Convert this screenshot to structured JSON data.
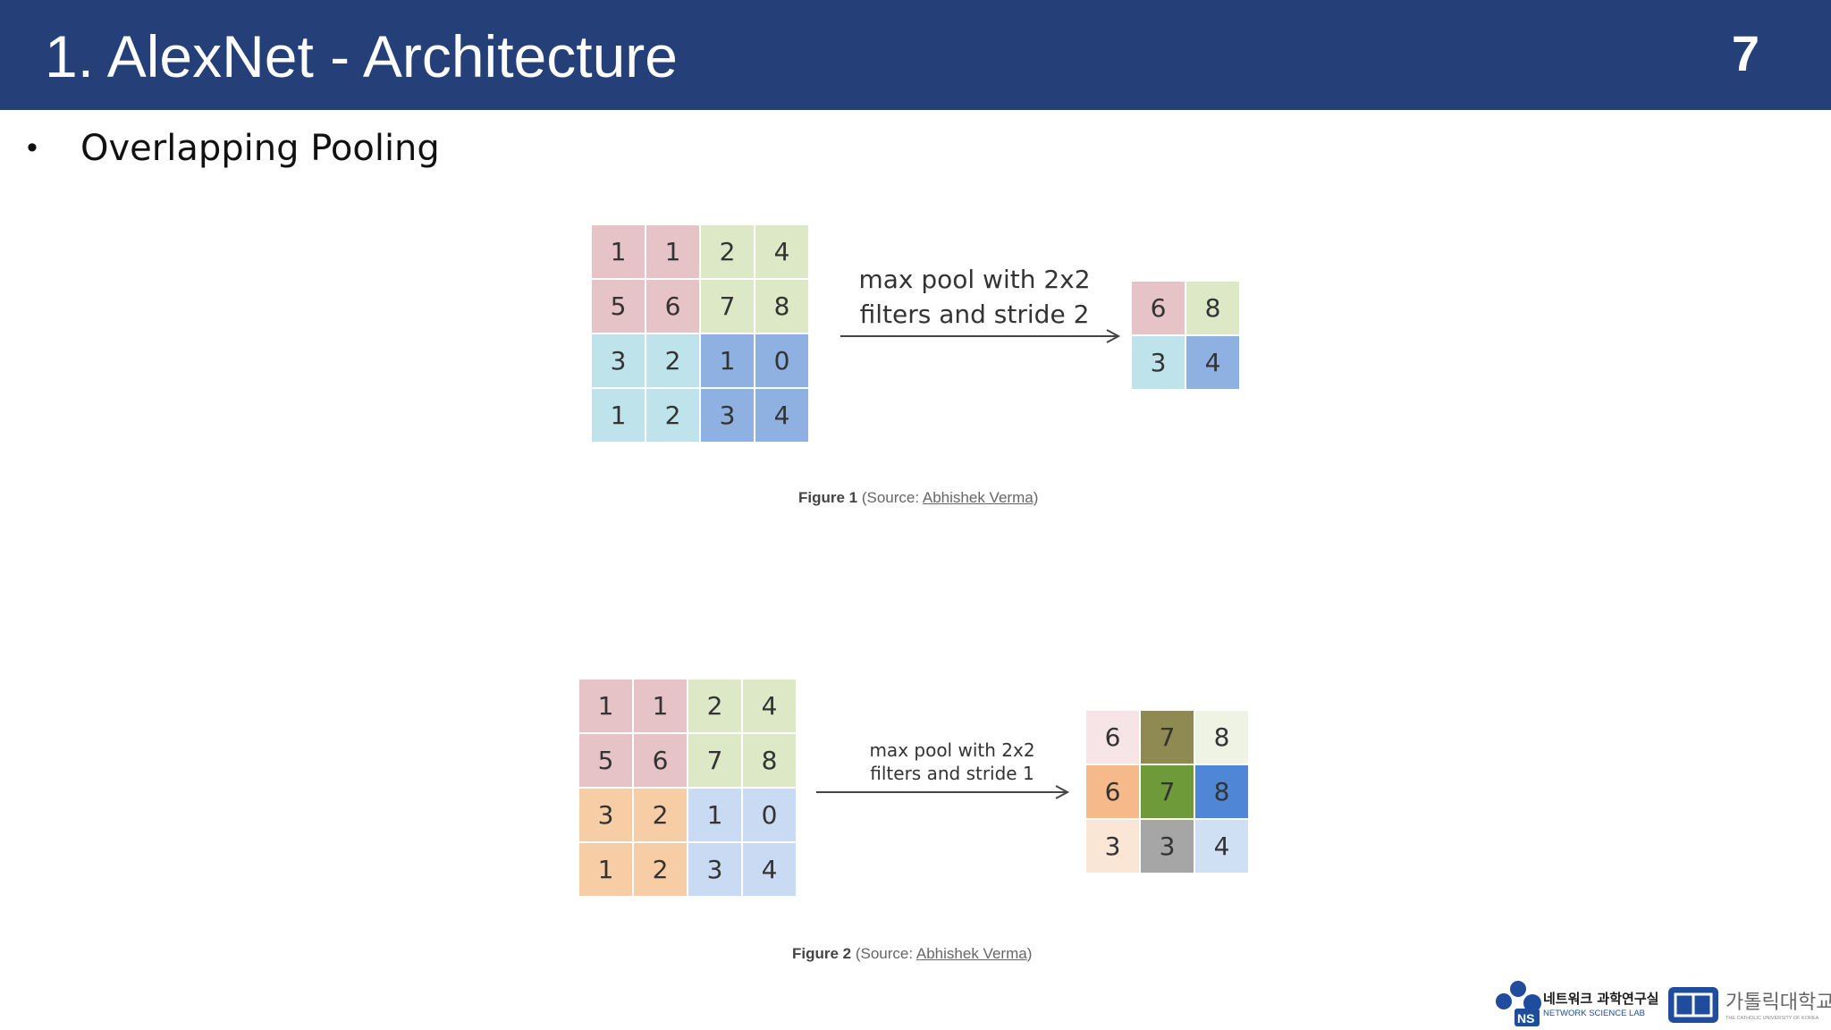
{
  "header": {
    "title": "1. AlexNet - Architecture",
    "page_number": "7"
  },
  "bullet": {
    "marker": "•",
    "text": "Overlapping Pooling"
  },
  "colors": {
    "header_bg": "#253f78",
    "red": "#e6c3c7",
    "green": "#dce8c6",
    "cyan": "#bfe3ea",
    "blue": "#8eb1e2",
    "orange": "#f7cda6",
    "lightblue": "#c9dbf2"
  },
  "figure1": {
    "input": [
      [
        "1",
        "1",
        "2",
        "4"
      ],
      [
        "5",
        "6",
        "7",
        "8"
      ],
      [
        "3",
        "2",
        "1",
        "0"
      ],
      [
        "1",
        "2",
        "3",
        "4"
      ]
    ],
    "input_colors": [
      [
        "red",
        "red",
        "green",
        "green"
      ],
      [
        "red",
        "red",
        "green",
        "green"
      ],
      [
        "cyan",
        "cyan",
        "blue",
        "blue"
      ],
      [
        "cyan",
        "cyan",
        "blue",
        "blue"
      ]
    ],
    "label_line1": "max pool with 2x2",
    "label_line2": "filters and stride 2",
    "output": [
      [
        "6",
        "8"
      ],
      [
        "3",
        "4"
      ]
    ],
    "output_colors": [
      [
        "#e6c3c7",
        "#dce8c6"
      ],
      [
        "#bfe3ea",
        "#8eb1e2"
      ]
    ],
    "caption_fig": "Figure 1",
    "caption_pre": " (Source: ",
    "caption_link": "Abhishek Verma",
    "caption_post": ")"
  },
  "figure2": {
    "input": [
      [
        "1",
        "1",
        "2",
        "4"
      ],
      [
        "5",
        "6",
        "7",
        "8"
      ],
      [
        "3",
        "2",
        "1",
        "0"
      ],
      [
        "1",
        "2",
        "3",
        "4"
      ]
    ],
    "input_colors": [
      [
        "red",
        "red",
        "green",
        "green"
      ],
      [
        "red",
        "red",
        "green",
        "green"
      ],
      [
        "orange",
        "orange",
        "lightblue",
        "lightblue"
      ],
      [
        "orange",
        "orange",
        "lightblue",
        "lightblue"
      ]
    ],
    "label_line1": "max pool with 2x2",
    "label_line2": "filters and stride 1",
    "output": [
      [
        "6",
        "7",
        "8"
      ],
      [
        "6",
        "7",
        "8"
      ],
      [
        "3",
        "3",
        "4"
      ]
    ],
    "output_colors": [
      [
        "#f6e4e6",
        "#8e8a52",
        "#eef3e3"
      ],
      [
        "#f6b98a",
        "#6f9a3a",
        "#4f86d6"
      ],
      [
        "#fbe6d6",
        "#a6a6a6",
        "#cfe0f4"
      ]
    ],
    "caption_fig": "Figure 2",
    "caption_pre": " (Source: ",
    "caption_link": "Abhishek Verma",
    "caption_post": ")"
  },
  "logos": {
    "lab_ko": "네트워크 과학연구실",
    "lab_en": "NETWORK SCIENCE LAB",
    "lab_badge": "NS",
    "univ_ko": "가톨릭대학교",
    "univ_en": "THE CATHOLIC UNIVERSITY OF KOREA"
  }
}
